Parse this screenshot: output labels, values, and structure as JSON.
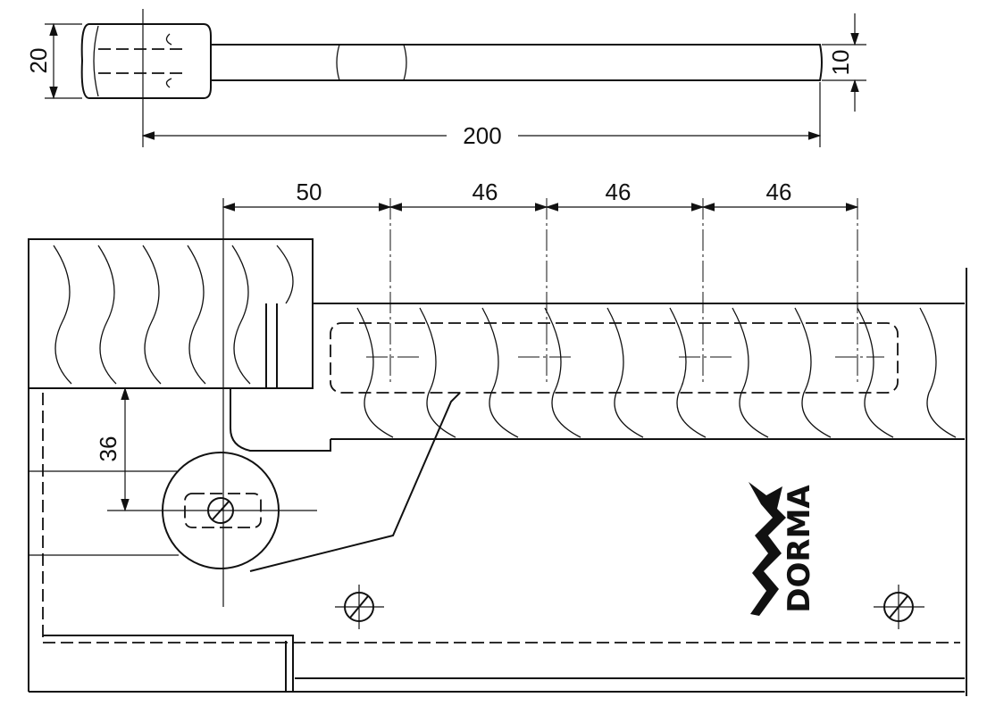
{
  "top_view": {
    "dim_height": "20",
    "dim_bar": "10",
    "dim_length": "200"
  },
  "front_view": {
    "dim_spacings": [
      "50",
      "46",
      "46",
      "46"
    ],
    "dim_vertical": "36",
    "brand_logo": "DORMA"
  }
}
